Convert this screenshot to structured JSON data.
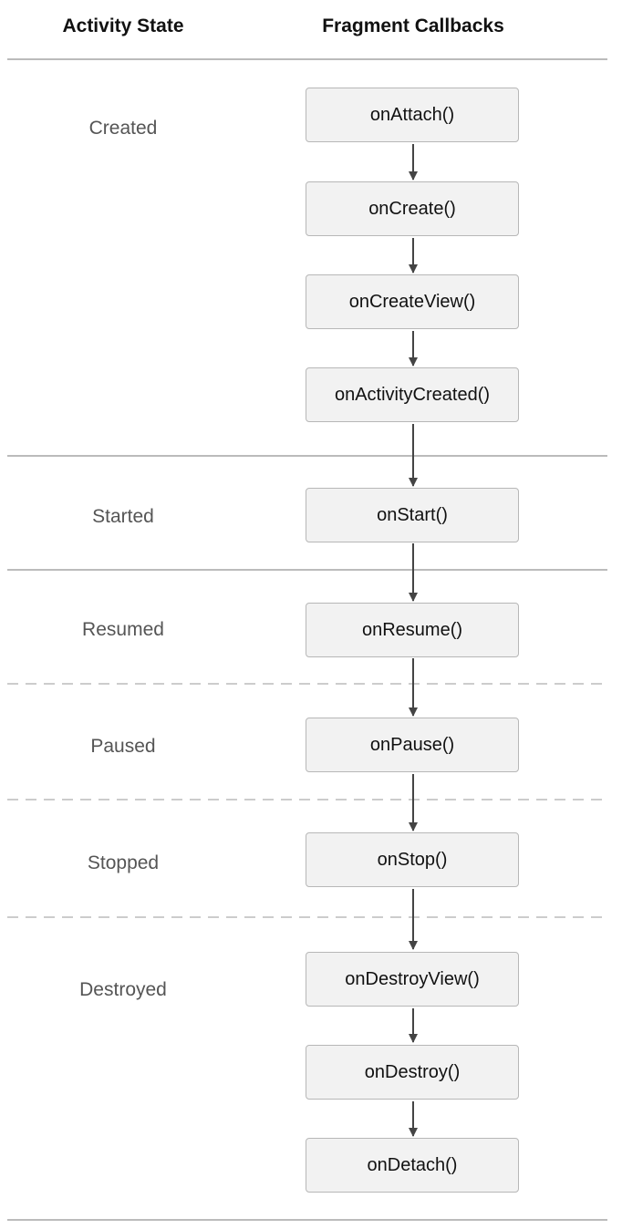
{
  "headers": {
    "activity_state": "Activity State",
    "fragment_callbacks": "Fragment Callbacks"
  },
  "states": [
    {
      "label": "Created"
    },
    {
      "label": "Started"
    },
    {
      "label": "Resumed"
    },
    {
      "label": "Paused"
    },
    {
      "label": "Stopped"
    },
    {
      "label": "Destroyed"
    }
  ],
  "callbacks": [
    {
      "label": "onAttach()"
    },
    {
      "label": "onCreate()"
    },
    {
      "label": "onCreateView()"
    },
    {
      "label": "onActivityCreated()"
    },
    {
      "label": "onStart()"
    },
    {
      "label": "onResume()"
    },
    {
      "label": "onPause()"
    },
    {
      "label": "onStop()"
    },
    {
      "label": "onDestroyView()"
    },
    {
      "label": "onDestroy()"
    },
    {
      "label": "onDetach()"
    }
  ],
  "colors": {
    "box_fill": "#f2f2f2",
    "box_border": "#b7b7b7",
    "arrow": "#444444",
    "divider": "#bbbbbb"
  }
}
